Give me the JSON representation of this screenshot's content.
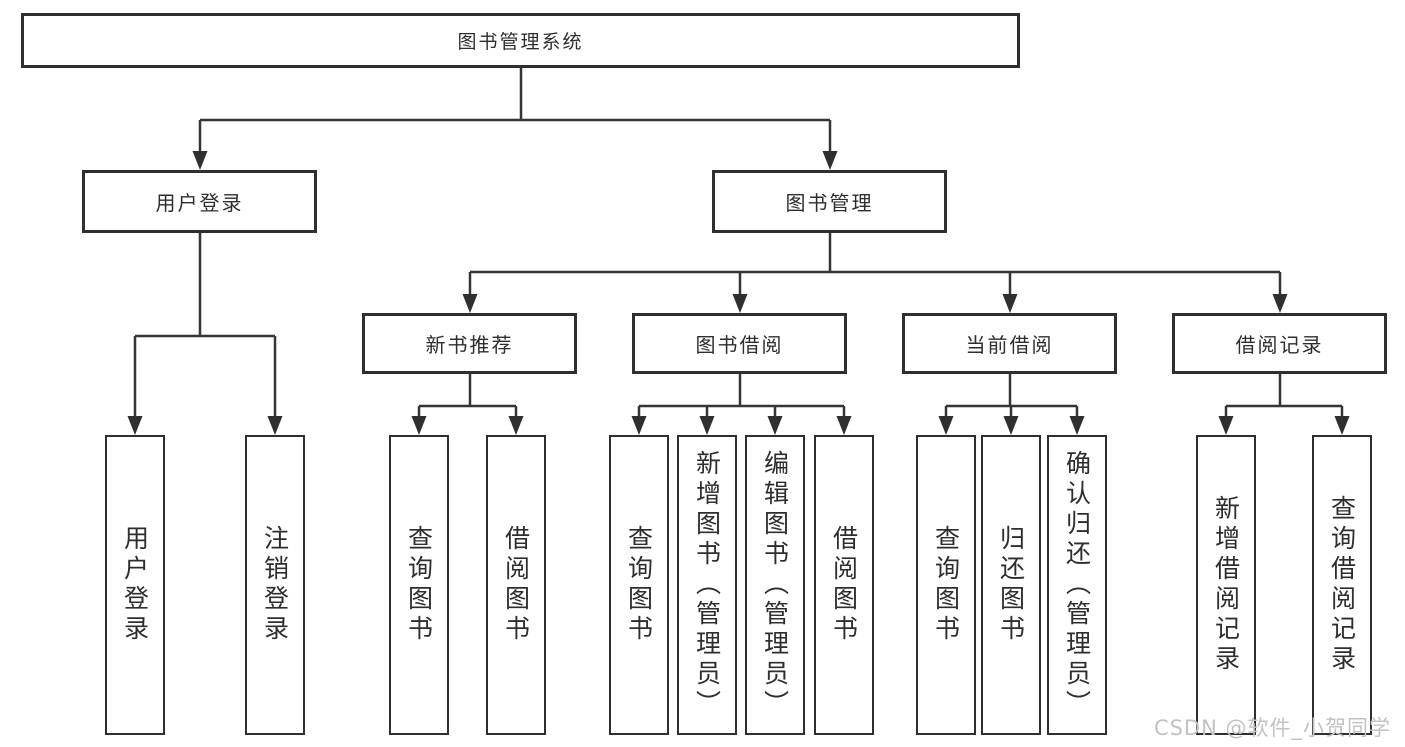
{
  "nodes": {
    "root": "图书管理系统",
    "level2": [
      "用户登录",
      "图书管理"
    ],
    "level3": [
      "新书推荐",
      "图书借阅",
      "当前借阅",
      "借阅记录"
    ],
    "leaves_user_login": [
      "用户登录",
      "注销登录"
    ],
    "leaves_new_book": [
      "查询图书",
      "借阅图书"
    ],
    "leaves_book_borrow": [
      "查询图书",
      "新增图书（管理员）",
      "编辑图书（管理员）",
      "借阅图书"
    ],
    "leaves_current_borrow": [
      "查询图书",
      "归还图书",
      "确认归还（管理员）"
    ],
    "leaves_borrow_record": [
      "新增借阅记录",
      "查询借阅记录"
    ]
  },
  "watermark": "CSDN @软件_小贺同学",
  "colors": {
    "line": "#353535",
    "box_border": "#2f2f2f",
    "text": "#2e2e2e",
    "watermark": "#c2c2c2",
    "background": "#ffffff"
  }
}
